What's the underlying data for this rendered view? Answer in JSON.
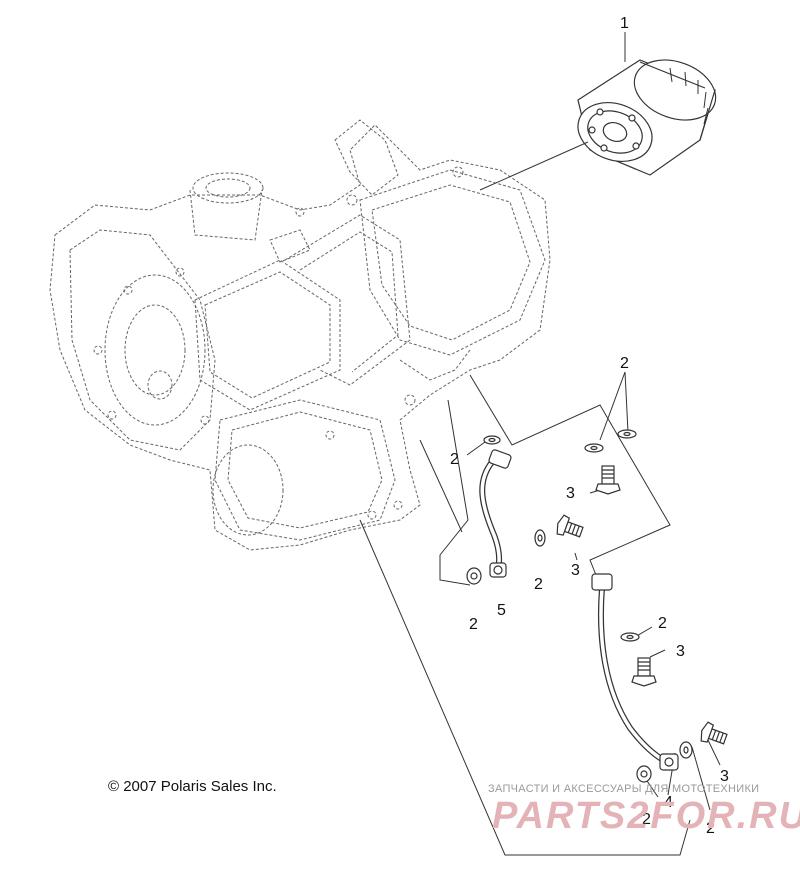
{
  "copyright": "© 2007 Polaris Sales Inc.",
  "watermark": {
    "top_line": "ЗАПЧАСТИ И АКСЕССУАРЫ ДЛЯ МОТОТЕХНИКИ",
    "logo_text": "PARTS2FOR.RU"
  },
  "callouts": [
    "1",
    "2",
    "2",
    "3",
    "3",
    "2",
    "2",
    "5",
    "2",
    "3",
    "2",
    "3",
    "2",
    "4",
    "2"
  ],
  "colors": {
    "line": "#333333",
    "dashed": "#555555",
    "watermark": "#e3b3b7"
  }
}
